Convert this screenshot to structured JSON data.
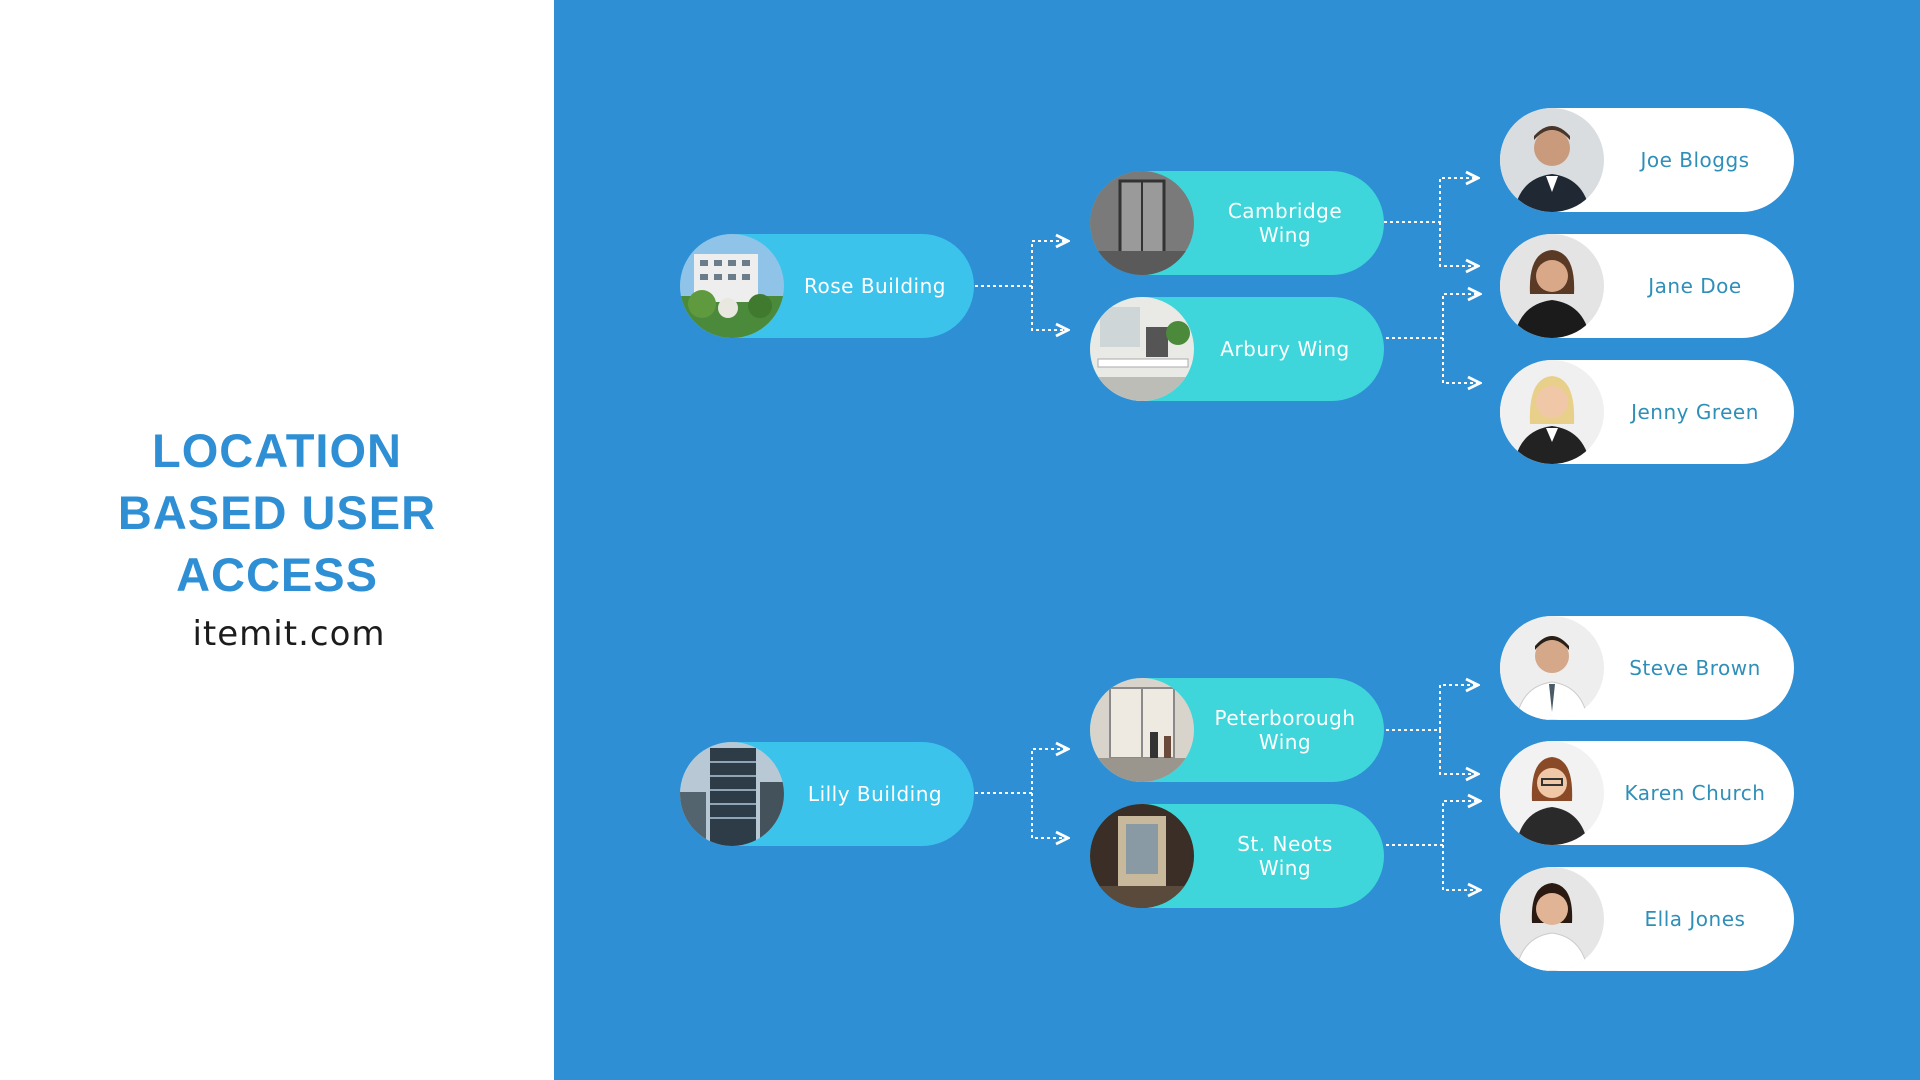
{
  "title": {
    "lines": [
      "LOCATION",
      "BASED USER",
      "ACCESS"
    ],
    "website": "itemit.com"
  },
  "colors": {
    "accent_blue": "#2e8fd5",
    "title_blue": "#2f8fd4",
    "building_pill": "#3cc3ec",
    "wing_pill": "#3ed6da",
    "person_pill": "#ffffff",
    "person_text": "#2f8fb8"
  },
  "hierarchy": {
    "buildings": [
      {
        "label": "Rose Building",
        "icon": "building-photo",
        "wings": [
          {
            "label": "Cambridge\nWing",
            "icon": "interior-photo",
            "people": [
              {
                "name": "Joe Bloggs",
                "icon": "person-photo"
              },
              {
                "name": "Jane Doe",
                "icon": "person-photo"
              }
            ]
          },
          {
            "label": "Arbury Wing",
            "icon": "office-photo",
            "people": [
              {
                "name": "Jenny Green",
                "icon": "person-photo"
              }
            ]
          }
        ]
      },
      {
        "label": "Lilly Building",
        "icon": "building-photo",
        "wings": [
          {
            "label": "Peterborough\nWing",
            "icon": "lobby-photo",
            "people": [
              {
                "name": "Steve Brown",
                "icon": "person-photo"
              },
              {
                "name": "Karen Church",
                "icon": "person-photo"
              }
            ]
          },
          {
            "label": "St. Neots\nWing",
            "icon": "hall-photo",
            "people": [
              {
                "name": "Ella Jones",
                "icon": "person-photo"
              }
            ]
          }
        ]
      }
    ]
  }
}
